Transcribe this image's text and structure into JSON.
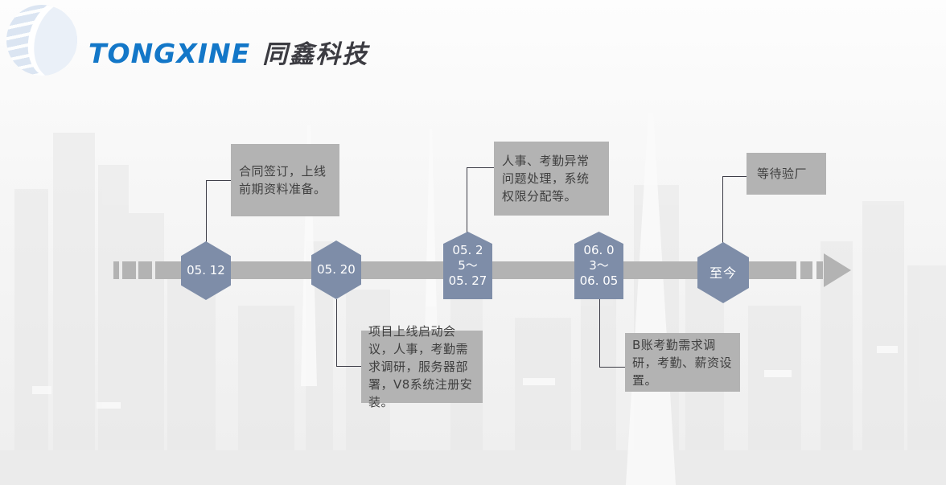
{
  "logo": {
    "brand_en": "TONGXINE",
    "brand_cn": "同鑫科技",
    "brand_color": "#1377c8",
    "mark": "globe-icon"
  },
  "colors": {
    "hexagon_fill": "#7e8da8",
    "hexagon_text": "#ffffff",
    "callout_fill": "#b3b3b3",
    "callout_text": "#3f3f3f",
    "timeline_bar": "#b3b3b3",
    "connector_line": "#3d3d47"
  },
  "timeline": {
    "direction": "left-to-right",
    "milestones": [
      {
        "date": "05. 12",
        "callout_position": "above",
        "callout": "合同签订，上线前期资料准备。"
      },
      {
        "date": "05. 20",
        "callout_position": "below",
        "callout": "项目上线启动会议，人事，考勤需求调研，服务器部署，V8系统注册安装。"
      },
      {
        "date": "05. 2\n5～\n05. 27",
        "callout_position": "above",
        "callout": "人事、考勤异常问题处理，系统权限分配等。"
      },
      {
        "date": "06. 0\n3～\n06. 05",
        "callout_position": "below",
        "callout": "B账考勤需求调研，考勤、薪资设置。"
      },
      {
        "date": "至今",
        "callout_position": "above",
        "callout": "等待验厂"
      }
    ]
  }
}
